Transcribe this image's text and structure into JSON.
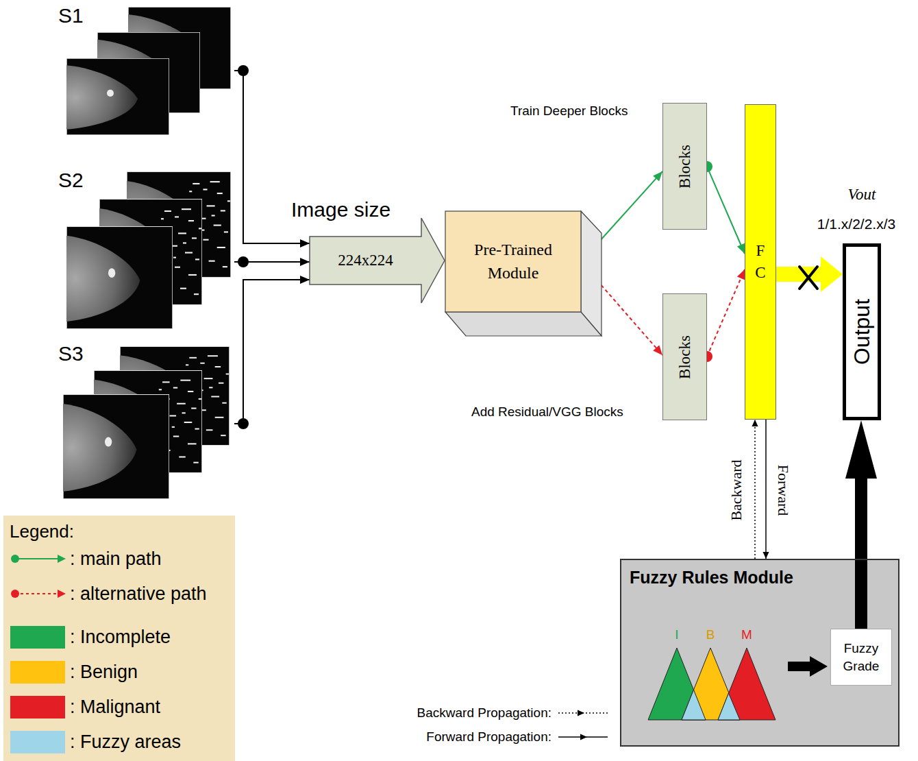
{
  "diagram": {
    "nodes": [
      {
        "text": [
          "S1"
        ]
      },
      {
        "text": [
          "S2"
        ]
      },
      {
        "text": [
          "S3"
        ]
      },
      {
        "text": [
          "Image size",
          "224x224"
        ]
      },
      {
        "text": [
          "Pre-Trained Module"
        ]
      },
      {
        "text": [
          "Train Deeper Blocks",
          "Blocks"
        ]
      },
      {
        "text": [
          "Blocks",
          "Add Residual/VGG Blocks"
        ]
      },
      {
        "text": [
          "F C"
        ]
      },
      {
        "text": [
          "Output"
        ]
      },
      {
        "text": [
          "Fuzzy Rules Module"
        ]
      },
      {
        "text": [
          "Fuzzy Grade"
        ],
        "in": 9
      }
    ],
    "edges": [
      {
        "from": 0,
        "to": 3,
        "arrow": "to"
      },
      {
        "from": 1,
        "to": 3,
        "arrow": "to"
      },
      {
        "from": 2,
        "to": 3,
        "arrow": "to"
      },
      {
        "from": 4,
        "to": 5,
        "arrow": "to"
      },
      {
        "from": 5,
        "to": 7,
        "arrow": "to"
      },
      {
        "from": 4,
        "to": 6,
        "arrow": "to"
      },
      {
        "from": 6,
        "to": 7,
        "arrow": "to"
      },
      {
        "from": 7,
        "to": 8,
        "arrow": "to"
      },
      {
        "from": 9,
        "to": 7,
        "label": "Backward",
        "arrow": "to"
      },
      {
        "from": 7,
        "to": 9,
        "label": "Forward",
        "arrow": "to"
      },
      {
        "from": 10,
        "to": 8,
        "arrow": "to"
      }
    ],
    "labels": [
      "Vout",
      "1/1.x/2/2.x/3",
      "I",
      "B",
      "M",
      "Legend:"
    ],
    "legend": [
      {
        "text": ": main path"
      },
      {
        "text": ": alternative path"
      },
      {
        "text": ": Incomplete",
        "color": "#1fa84f"
      },
      {
        "text": ": Benign",
        "color": "#ffc20e"
      },
      {
        "text": ": Malignant",
        "color": "#e31e24"
      },
      {
        "text": ": Fuzzy areas",
        "color": "#9fd5e8"
      },
      {
        "text": "Backward Propagation:"
      },
      {
        "text": "Forward Propagation:"
      }
    ]
  }
}
